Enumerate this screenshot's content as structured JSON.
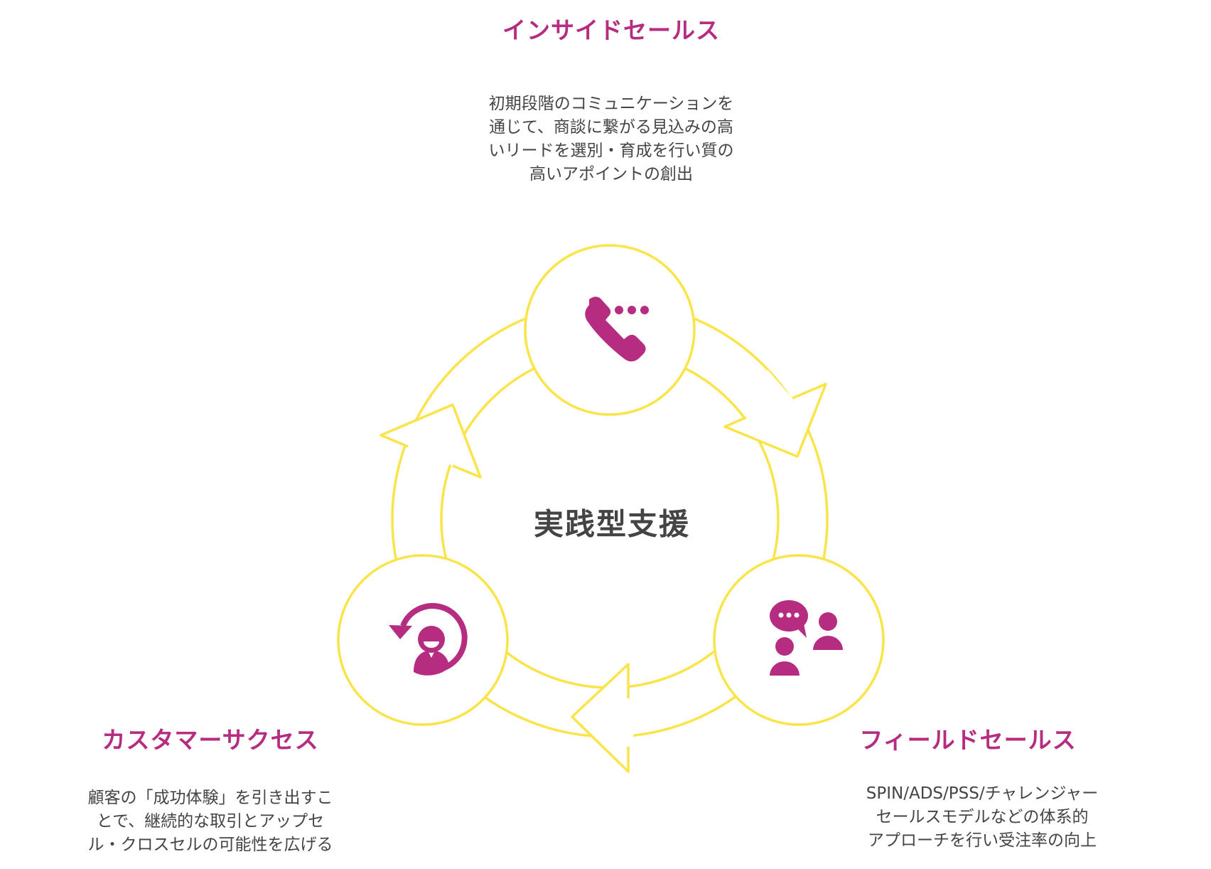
{
  "center": {
    "label": "実践型支援"
  },
  "stages": [
    {
      "title": "インサイドセールス",
      "icon": "phone-icon",
      "lines": [
        "初期段階のコミュニケーションを",
        "通じて、商談に繋がる見込みの高",
        "いリードを選別・育成を行い質の",
        "高いアポイントの創出"
      ]
    },
    {
      "title": "フィールドセールス",
      "icon": "meeting-people-icon",
      "lines": [
        "SPIN/ADS/PSS/チャレンジャー",
        "セールスモデルなどの体系的",
        "アプローチを行い受注率の向上"
      ]
    },
    {
      "title": "カスタマーサクセス",
      "icon": "customer-cycle-icon",
      "lines": [
        "顧客の「成功体験」を引き出すこ",
        "とで、継続的な取引とアップセ",
        "ル・クロスセルの可能性を広げる"
      ]
    }
  ],
  "colors": {
    "accent": "#b52c80",
    "ring": "#f9e44a",
    "text": "#444444"
  }
}
